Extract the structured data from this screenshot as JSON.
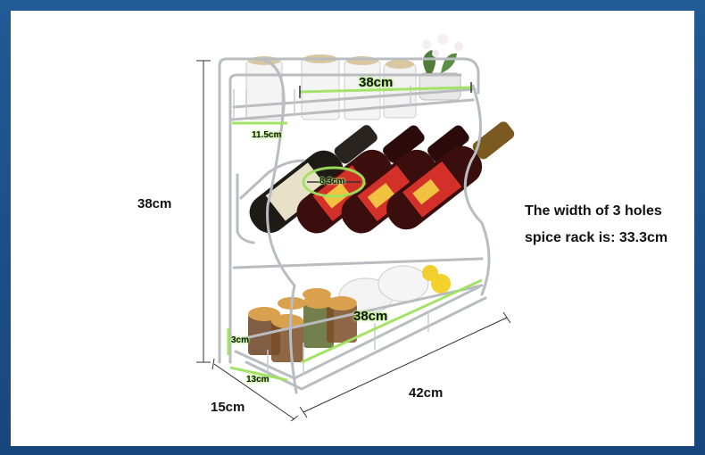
{
  "dimensions": {
    "height": "38cm",
    "top_width": "38cm",
    "top_depth": "11.5cm",
    "bottle_hole": "8.3cm",
    "bottom_width": "38cm",
    "bottom_rail": "3cm",
    "bottom_depth": "13cm",
    "depth": "15cm",
    "length": "42cm"
  },
  "note": {
    "line1": "The width of 3 holes",
    "line2": "spice rack is: 33.3cm"
  },
  "colors": {
    "frame_border": "#1e5590",
    "measure_highlight": "#9ee35e",
    "rack_chrome": "#b9bcc0"
  }
}
